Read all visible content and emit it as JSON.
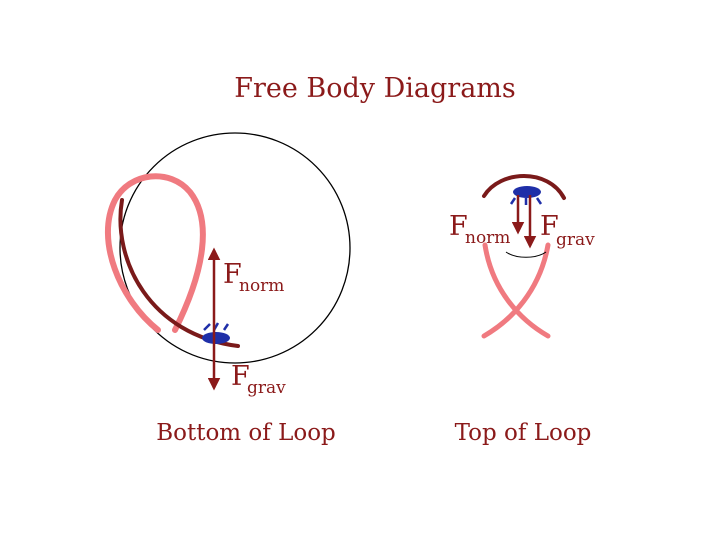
{
  "title": "Free Body Diagrams",
  "left_panel": {
    "caption": "Bottom of Loop",
    "force_up": {
      "symbol": "F",
      "subscript": "norm"
    },
    "force_down": {
      "symbol": "F",
      "subscript": "grav"
    }
  },
  "right_panel": {
    "caption": "Top of Loop",
    "force_left": {
      "symbol": "F",
      "subscript": "norm"
    },
    "force_right": {
      "symbol": "F",
      "subscript": "grav"
    }
  },
  "colors": {
    "text": "#8b1a1a",
    "arrow": "#8b1a1a",
    "track_light": "#f07a80",
    "track_dark": "#7a1a1a",
    "cart": "#1f2fa8",
    "circle": "#000000"
  }
}
